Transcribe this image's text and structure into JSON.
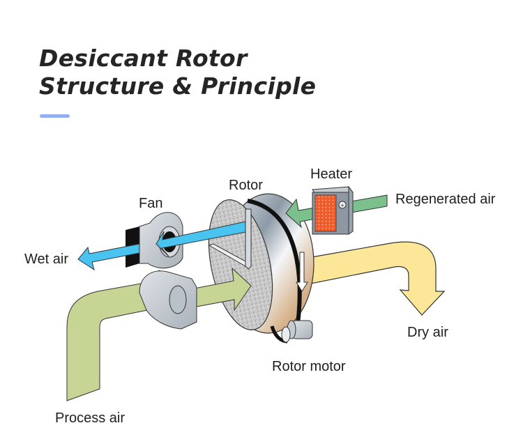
{
  "title": {
    "line1": "Desiccant Rotor",
    "line2": "Structure & Principle"
  },
  "colors": {
    "title_text": "#252525",
    "accent_bar": "#93aef3",
    "wet_air_arrow": "#49c3ef",
    "process_air_arrow": "#c6d494",
    "regenerated_air_arrow": "#7cc18d",
    "dry_air_arrow": "#fbe797",
    "heater_element": "#ef5a2a"
  },
  "diagram": {
    "labels": {
      "fan": "Fan",
      "rotor": "Rotor",
      "heater": "Heater",
      "regenerated_air": "Regenerated air",
      "wet_air": "Wet air",
      "dry_air": "Dry air",
      "rotor_motor": "Rotor motor",
      "process_air": "Process air"
    }
  }
}
